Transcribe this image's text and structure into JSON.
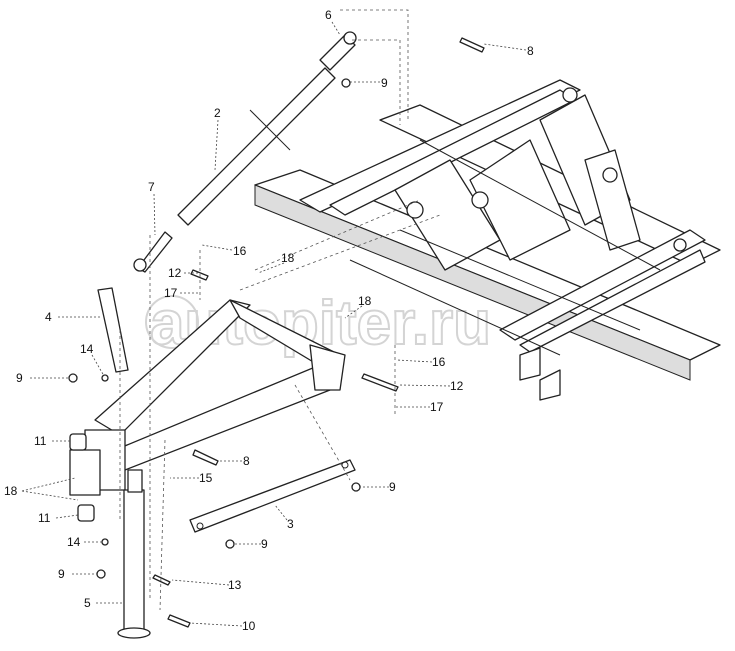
{
  "diagram": {
    "watermark": "autopiter.ru",
    "callouts": [
      {
        "id": "c6",
        "text": "6"
      },
      {
        "id": "c8a",
        "text": "8"
      },
      {
        "id": "c9a",
        "text": "9"
      },
      {
        "id": "c2",
        "text": "2"
      },
      {
        "id": "c7",
        "text": "7"
      },
      {
        "id": "c16a",
        "text": "16"
      },
      {
        "id": "c12a",
        "text": "12"
      },
      {
        "id": "c17a",
        "text": "17"
      },
      {
        "id": "c18a",
        "text": "18"
      },
      {
        "id": "c4",
        "text": "4"
      },
      {
        "id": "c18b",
        "text": "18"
      },
      {
        "id": "c14a",
        "text": "14"
      },
      {
        "id": "c9b",
        "text": "9"
      },
      {
        "id": "c16b",
        "text": "16"
      },
      {
        "id": "c12b",
        "text": "12"
      },
      {
        "id": "c17b",
        "text": "17"
      },
      {
        "id": "c11a",
        "text": "11"
      },
      {
        "id": "c8b",
        "text": "8"
      },
      {
        "id": "c15",
        "text": "15"
      },
      {
        "id": "c18c",
        "text": "18"
      },
      {
        "id": "c9c",
        "text": "9"
      },
      {
        "id": "c11b",
        "text": "11"
      },
      {
        "id": "c3",
        "text": "3"
      },
      {
        "id": "c9d",
        "text": "9"
      },
      {
        "id": "c14b",
        "text": "14"
      },
      {
        "id": "c9e",
        "text": "9"
      },
      {
        "id": "c13",
        "text": "13"
      },
      {
        "id": "c5",
        "text": "5"
      },
      {
        "id": "c10",
        "text": "10"
      }
    ]
  }
}
